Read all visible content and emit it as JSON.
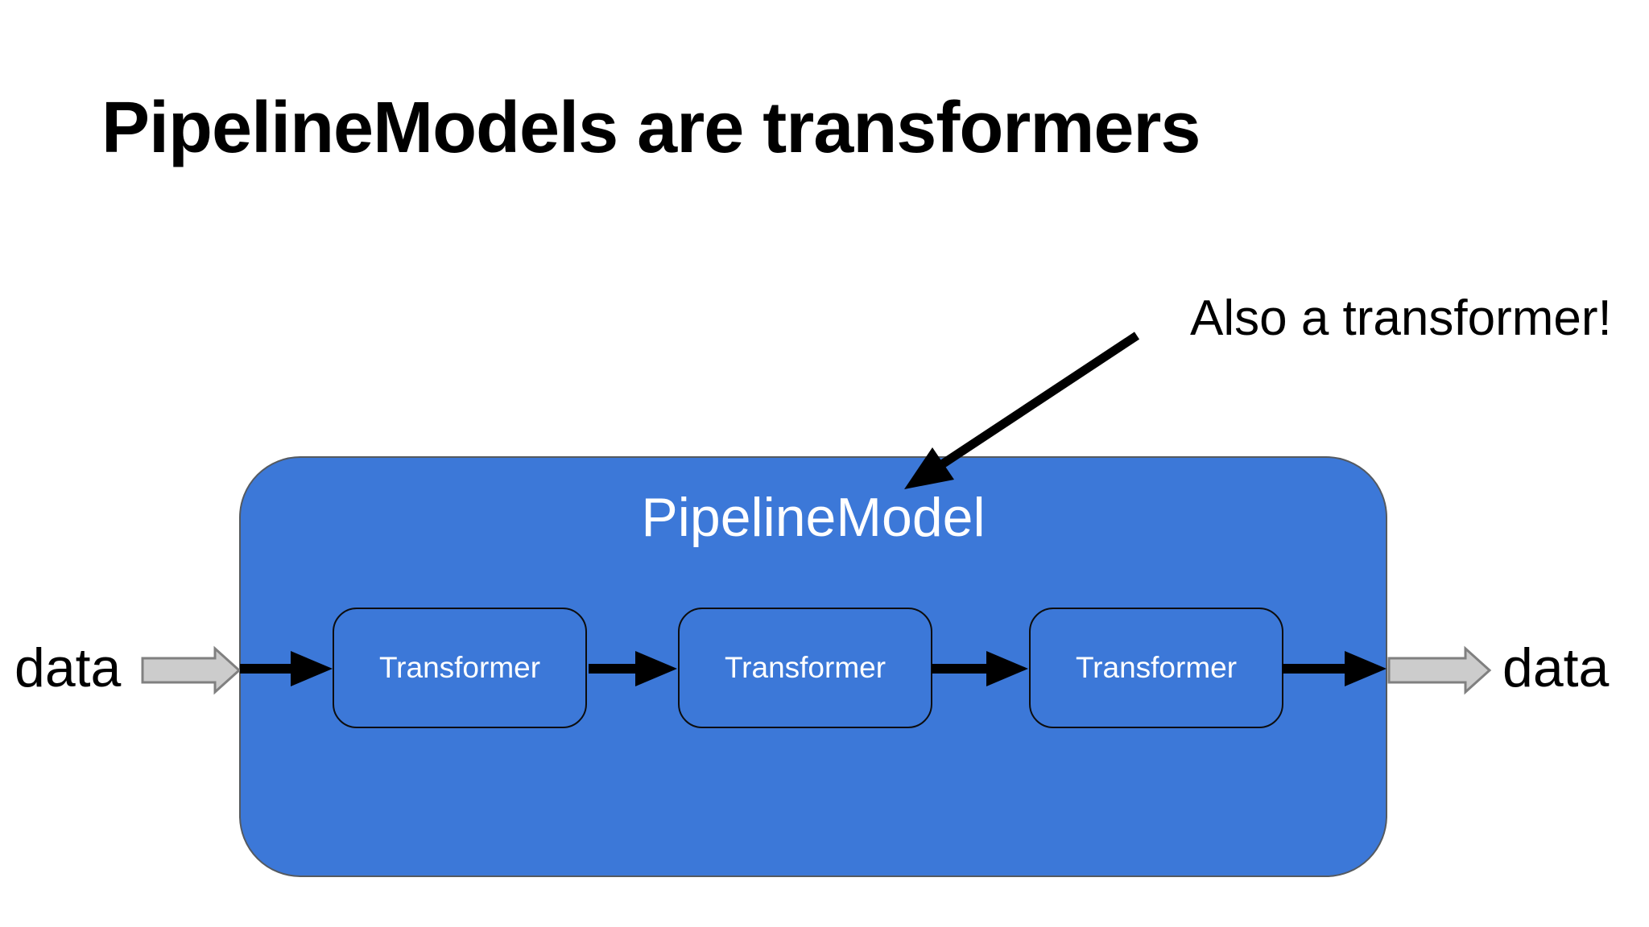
{
  "slide": {
    "title": "PipelineModels are transformers",
    "annotation": "Also a transformer!",
    "pipeline": {
      "label": "PipelineModel",
      "stages": [
        {
          "label": "Transformer"
        },
        {
          "label": "Transformer"
        },
        {
          "label": "Transformer"
        }
      ]
    },
    "input_label": "data",
    "output_label": "data",
    "colors": {
      "bg_color": "#ffffff",
      "shape_blue": "#3c78d8",
      "shape_border": "#555a60",
      "inner_border": "#0d0d0d",
      "arrow_black": "#000000",
      "gray_arrow_fill": "#cccccc",
      "gray_arrow_border": "#808080",
      "text_white": "#ffffff",
      "text_black": "#000000"
    }
  }
}
